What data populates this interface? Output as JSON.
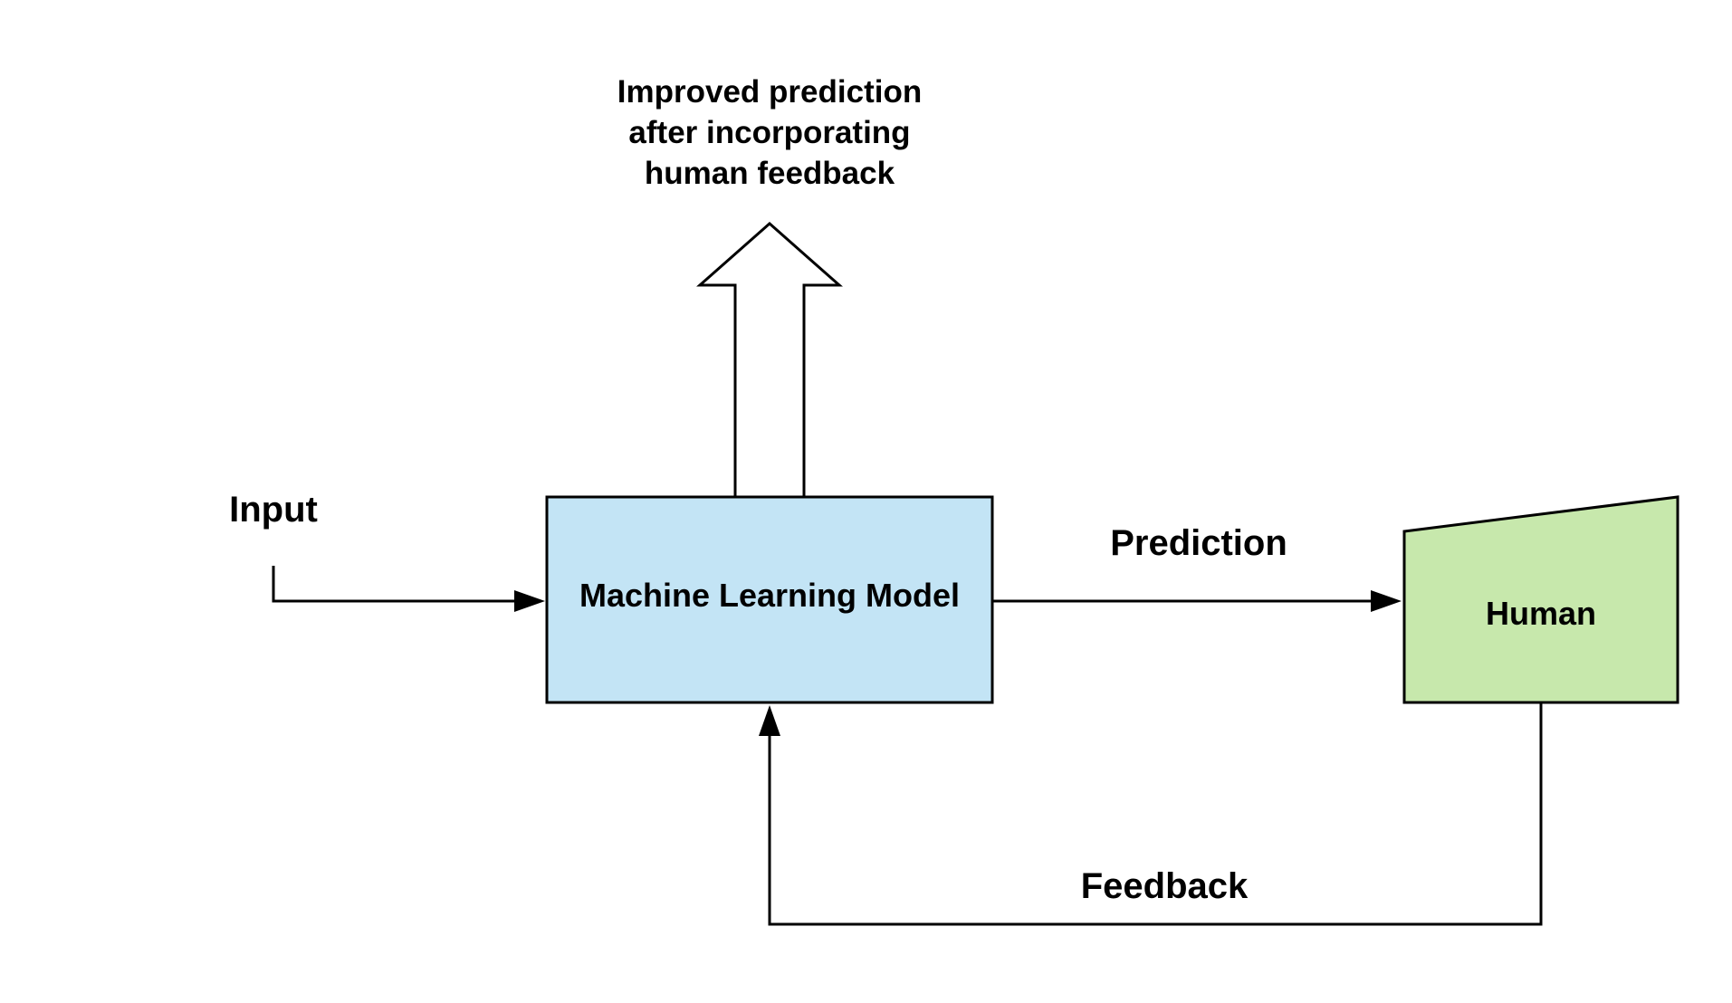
{
  "diagram": {
    "output_label": {
      "line1": "Improved prediction",
      "line2": "after incorporating",
      "line3": "human feedback"
    },
    "input_label": "Input",
    "model_label": "Machine Learning Model",
    "prediction_label": "Prediction",
    "human_label": "Human",
    "feedback_label": "Feedback"
  },
  "colors": {
    "model_fill": "#C3E4F5",
    "human_fill": "#C7E8AC",
    "stroke": "#000000",
    "background": "#FFFFFF"
  }
}
